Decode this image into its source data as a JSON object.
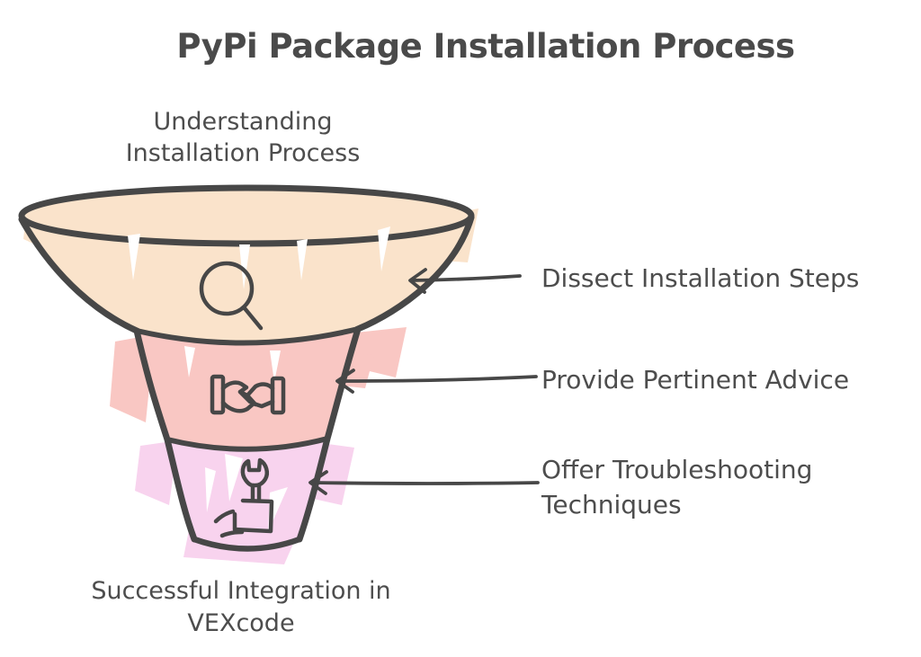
{
  "title": "PyPi Package Installation Process",
  "funnel": {
    "top_label": "Understanding Installation Process",
    "bottom_label": "Successful Integration in VEXcode",
    "stages": [
      {
        "label": "Dissect Installation Steps",
        "icon": "magnifier-icon",
        "fill": "#fae3cb"
      },
      {
        "label": "Provide Pertinent Advice",
        "icon": "handshake-icon",
        "fill": "#f9c7c3"
      },
      {
        "label": "Offer Troubleshooting Techniques",
        "icon": "wrench-hand-icon",
        "fill": "#f8d3ee"
      }
    ]
  },
  "colors": {
    "background": "#ffffff",
    "outline": "#474747",
    "title_text": "#4a4a4a",
    "label_text": "#4d4d4d"
  }
}
